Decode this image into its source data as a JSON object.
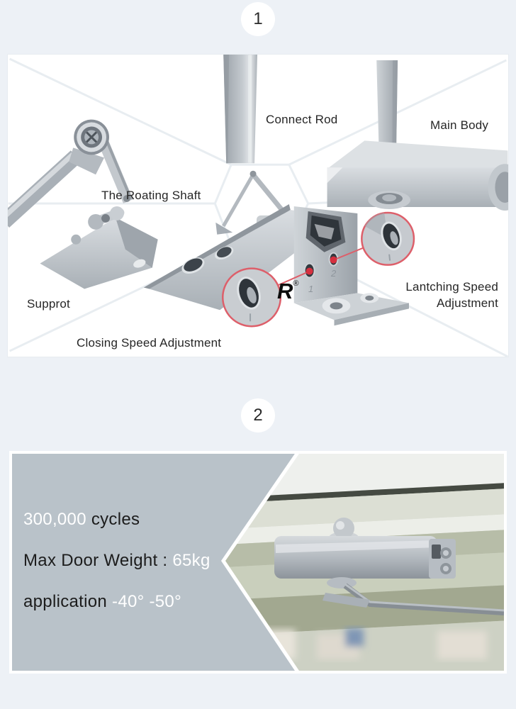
{
  "colors": {
    "page_bg": "#edf1f6",
    "panel_bg": "#ffffff",
    "divider": "#e8edf1",
    "accent_red": "#dd5f6a",
    "info_bg": "#b9c2c9",
    "text_dark": "#1c1c1c",
    "text_light": "#ffffff"
  },
  "step1": {
    "badge": "1"
  },
  "step2": {
    "badge": "2"
  },
  "diagram": {
    "labels": {
      "connect_rod": "Connect Rod",
      "main_body": "Main Body",
      "rotating_shaft": "The Roating Shaft",
      "support": "Supprot",
      "closing_speed": "Closing Speed Adjustment",
      "latching_speed": "Lantching Speed Adjustment"
    },
    "logo_mark": "R",
    "logo_reg": "®",
    "valve_numbers": [
      "1",
      "2"
    ]
  },
  "specs": {
    "cycles_value": "300,000",
    "cycles_label": " cycles",
    "weight_label": "Max Door Weight : ",
    "weight_value": "65kg",
    "application_label": "application ",
    "application_value": "-40° -50°"
  }
}
